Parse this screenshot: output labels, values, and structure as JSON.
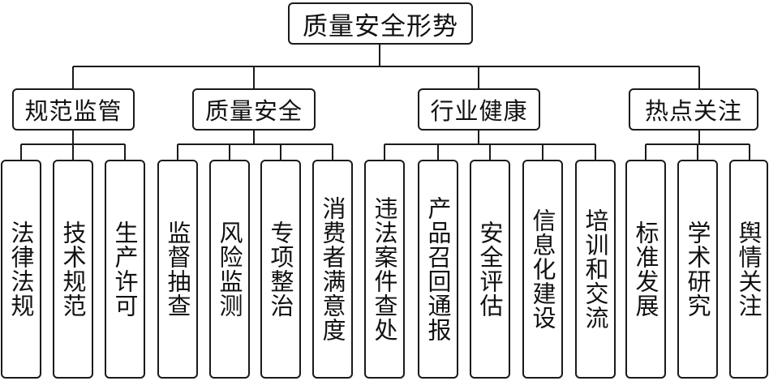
{
  "root": {
    "label": "质量安全形势"
  },
  "categories": [
    {
      "label": "规范监管",
      "items": [
        "法律法规",
        "技术规范",
        "生产许可"
      ]
    },
    {
      "label": "质量安全",
      "items": [
        "监督抽查",
        "风险监测",
        "专项整治",
        "消费者满意度"
      ]
    },
    {
      "label": "行业健康",
      "items": [
        "违法案件查处",
        "产品召回通报",
        "安全评估",
        "信息化建设",
        "培训和交流"
      ]
    },
    {
      "label": "热点关注",
      "items": [
        "标准发展",
        "学术研究",
        "舆情关注"
      ]
    }
  ]
}
